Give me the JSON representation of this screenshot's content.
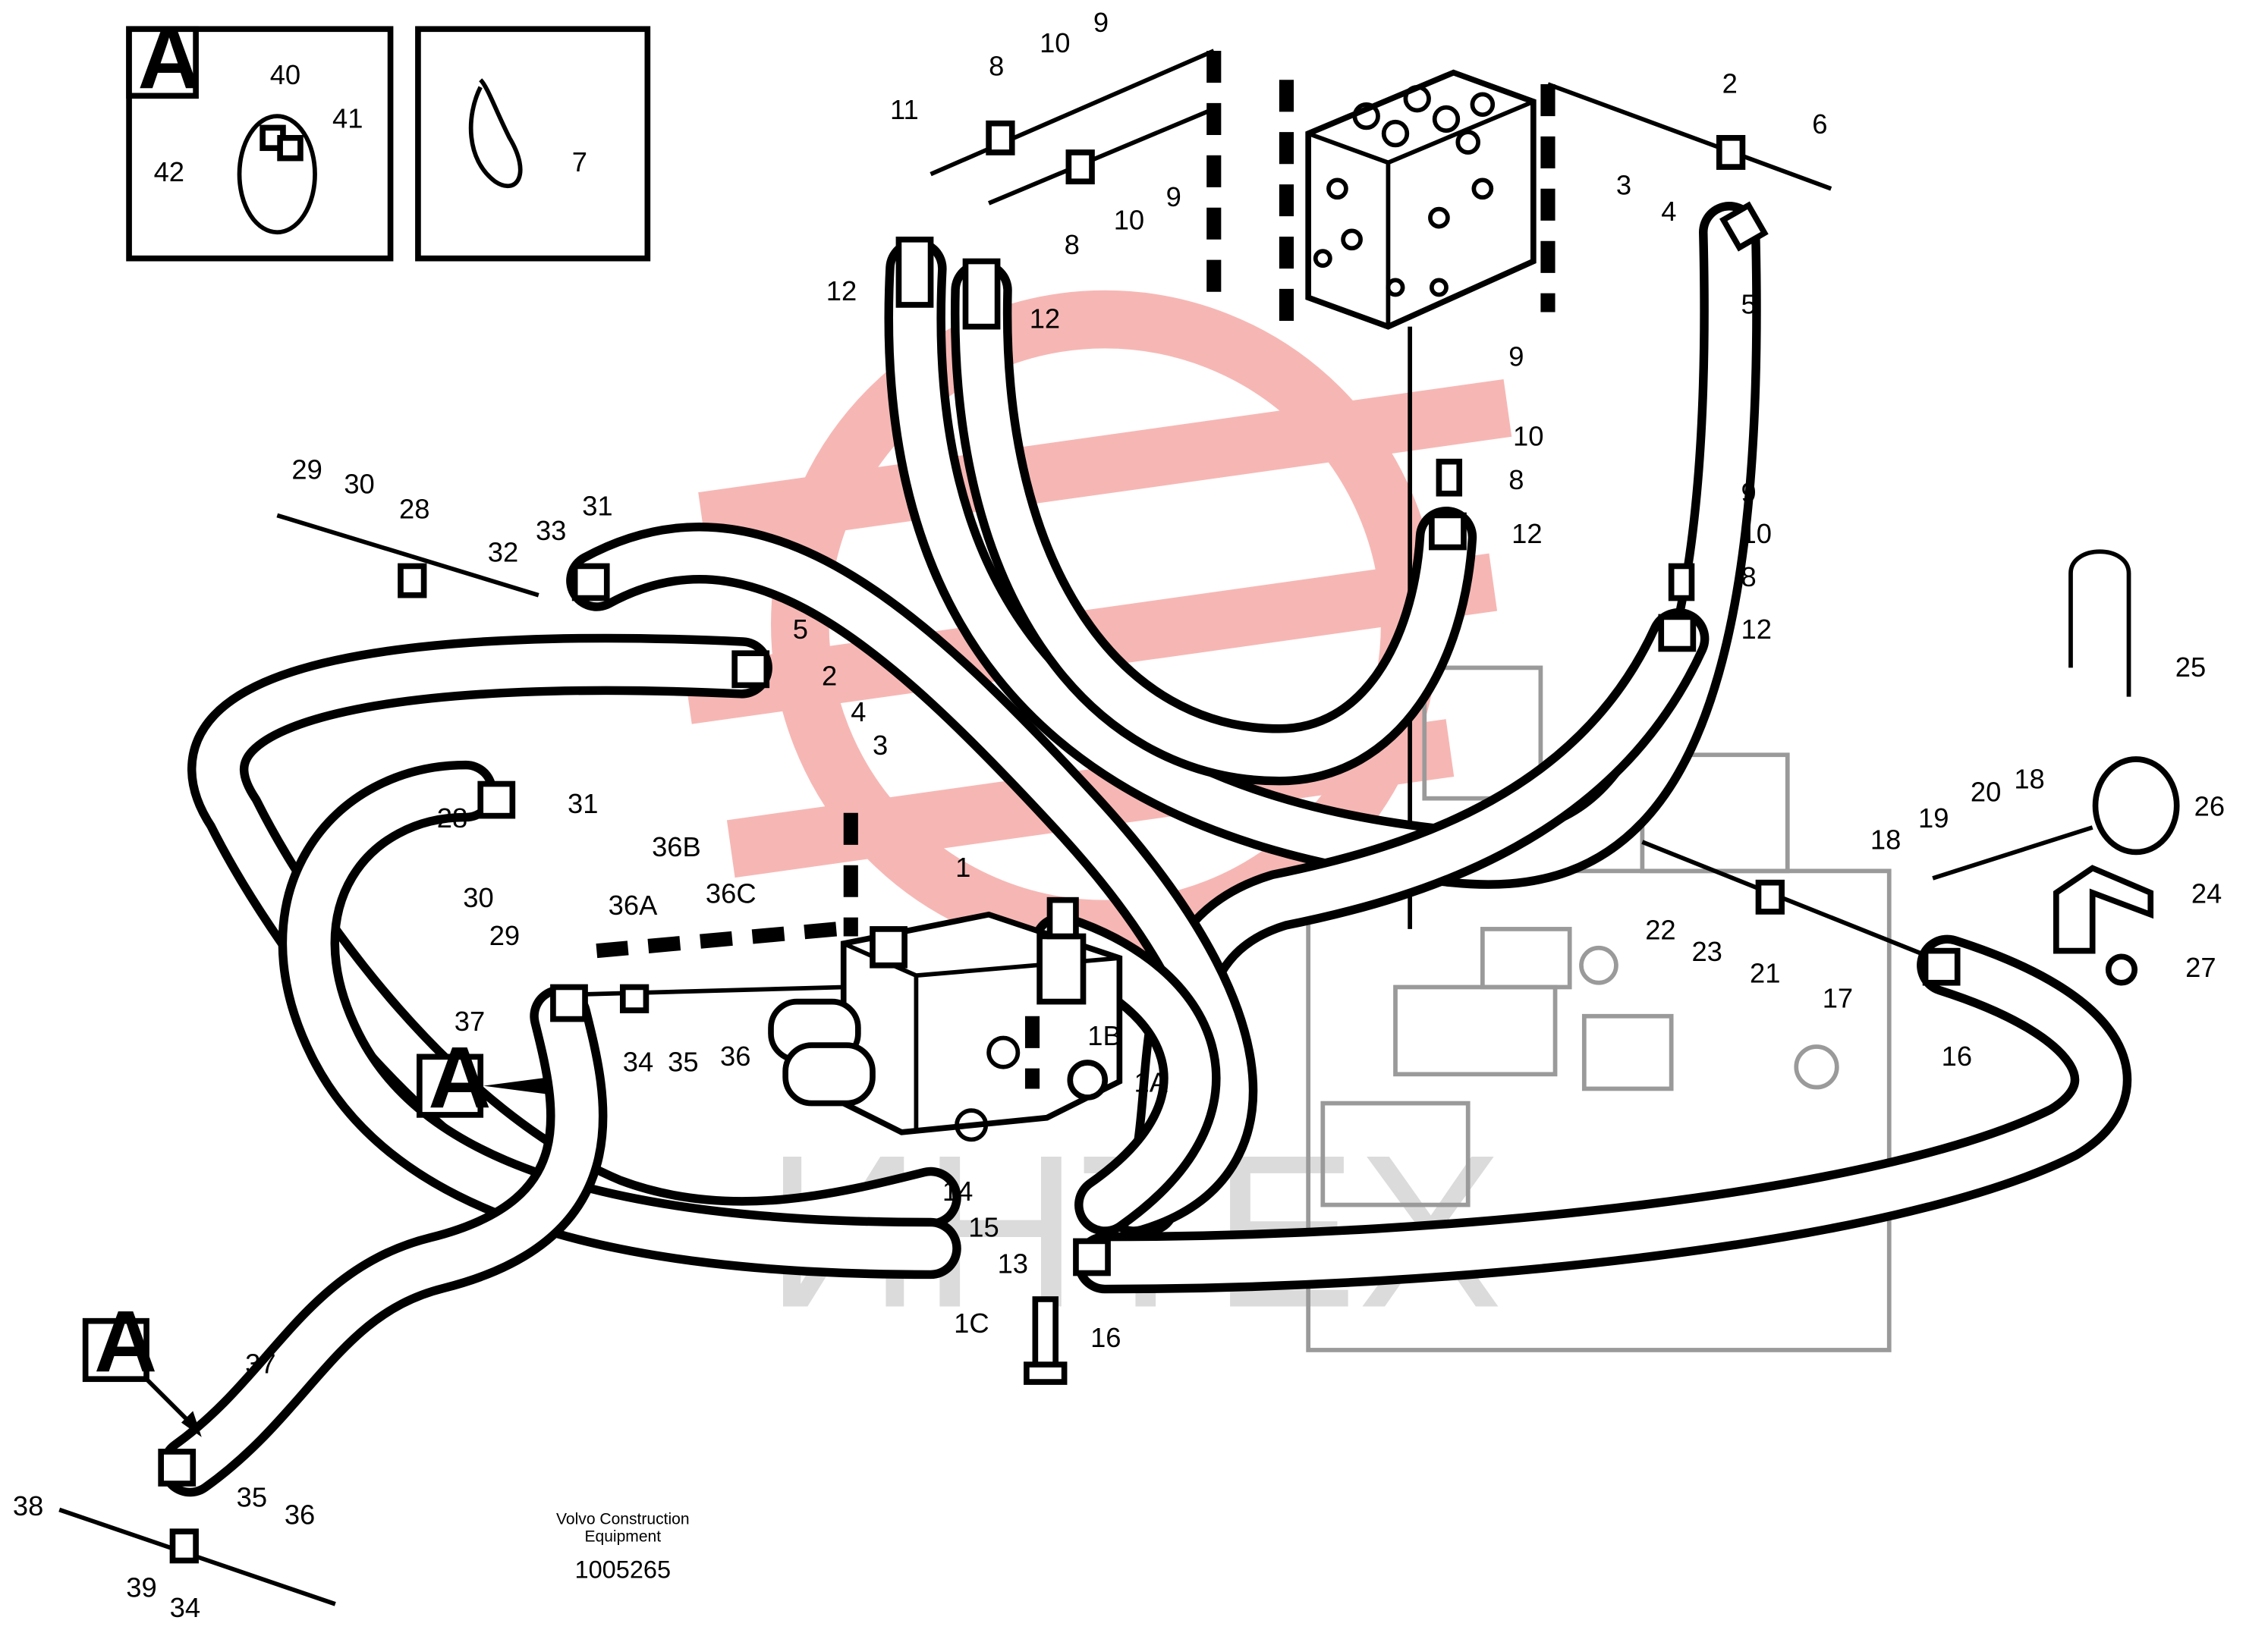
{
  "diagram": {
    "publisher_line1": "Volvo Construction",
    "publisher_line2": "Equipment",
    "document_number": "1005265",
    "watermark_text": "ИНТЕХ",
    "accent_colors": {
      "watermark_red": "#e8342c",
      "watermark_gray": "#b8b8b8"
    }
  },
  "detail_boxes": [
    {
      "id": "A",
      "labels": [
        "40",
        "41",
        "42"
      ]
    },
    {
      "id": "",
      "labels": [
        "7"
      ]
    }
  ],
  "callouts": [
    "40",
    "41",
    "42",
    "7",
    "11",
    "8",
    "10",
    "9",
    "12",
    "8",
    "10",
    "9",
    "12",
    "2",
    "6",
    "3",
    "4",
    "5",
    "9",
    "10",
    "8",
    "12",
    "9",
    "10",
    "8",
    "12",
    "29",
    "30",
    "28",
    "32",
    "33",
    "31",
    "5",
    "2",
    "4",
    "3",
    "31",
    "28",
    "30",
    "29",
    "36B",
    "36A",
    "36C",
    "1",
    "37",
    "34",
    "35",
    "36",
    "1B",
    "1A",
    "14",
    "15",
    "13",
    "1C",
    "16",
    "25",
    "26",
    "24",
    "27",
    "20",
    "18",
    "19",
    "18",
    "22",
    "23",
    "21",
    "17",
    "16",
    "37",
    "38",
    "39",
    "34",
    "35",
    "36"
  ],
  "reference_markers": [
    "A",
    "A",
    "A"
  ]
}
